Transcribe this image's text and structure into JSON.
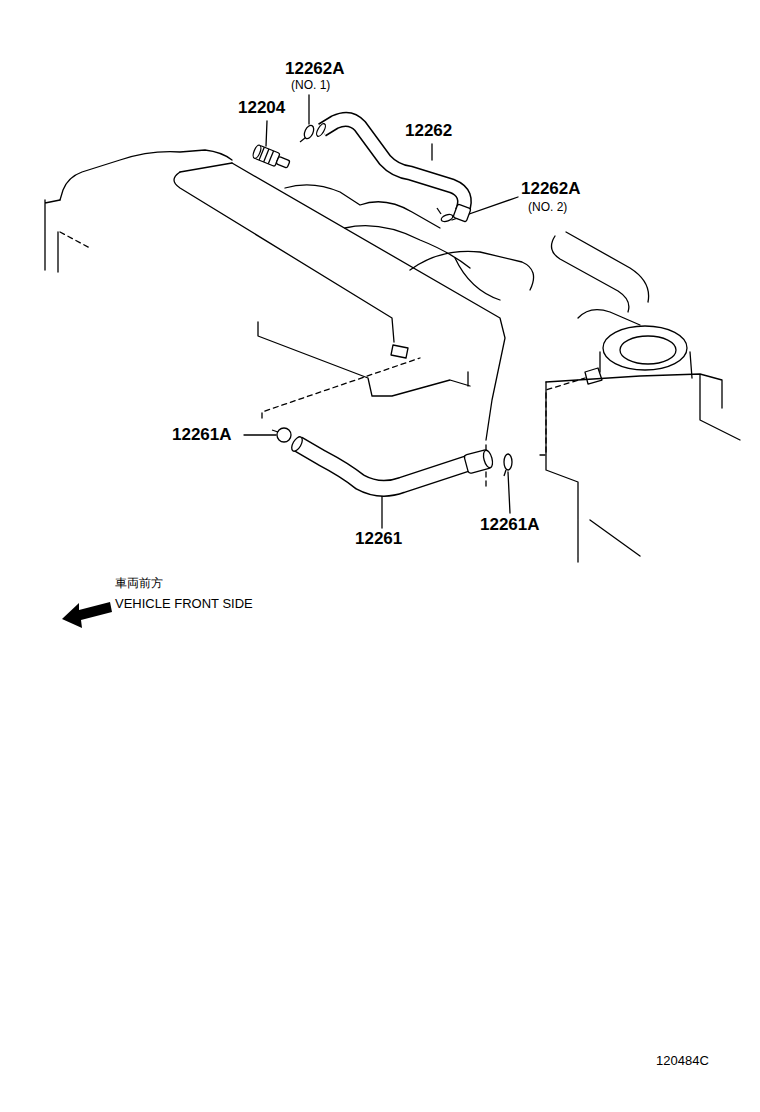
{
  "diagram": {
    "labels": [
      "12262A",
      "(NO. 1)",
      "12204",
      "12262",
      "12262A",
      "(NO. 2)",
      "12261A",
      "12261",
      "12261A",
      "車両前方",
      "VEHICLE FRONT SIDE",
      "120484C"
    ]
  }
}
